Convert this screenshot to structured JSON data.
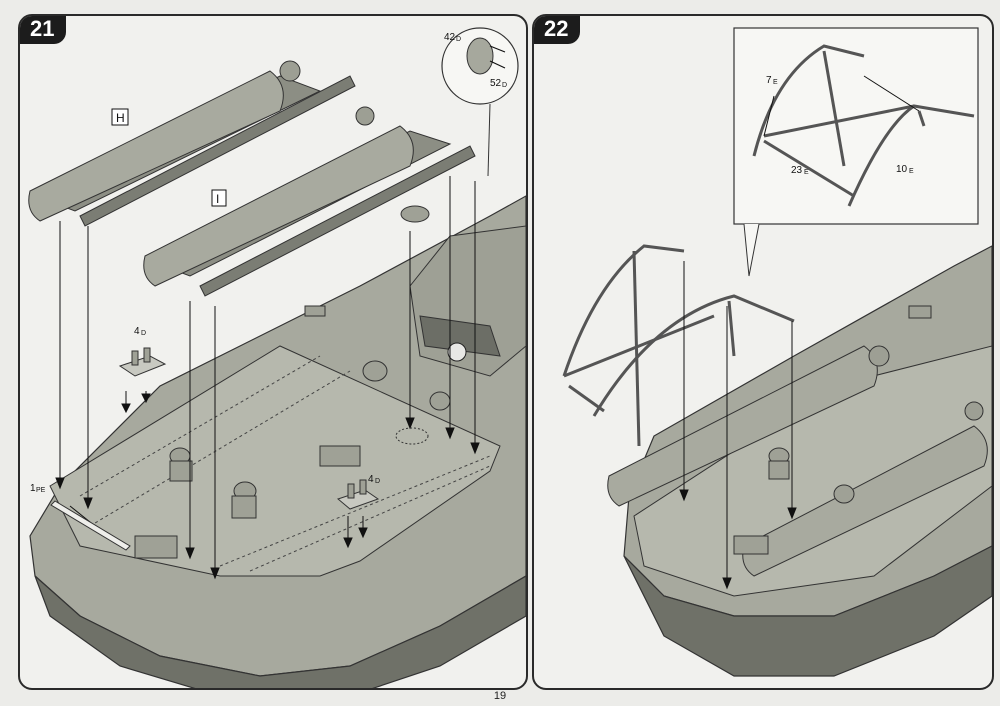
{
  "steps": [
    {
      "number": "21",
      "labels": {
        "launcher_h": "H",
        "launcher_i": "I",
        "cap_part": "42",
        "cap_sub": "D",
        "cap_part2": "52",
        "cap_sub2": "D",
        "bitt_part": "4",
        "bitt_sub": "D",
        "bitt_part_b": "4",
        "bitt_sub_b": "D",
        "pe_part": "1",
        "pe_sub": "PE"
      }
    },
    {
      "number": "22",
      "labels": {
        "frame_a": "7",
        "frame_a_sub": "E",
        "frame_b": "23",
        "frame_b_sub": "E",
        "frame_c": "10",
        "frame_c_sub": "E"
      }
    }
  ],
  "page_number": "19"
}
